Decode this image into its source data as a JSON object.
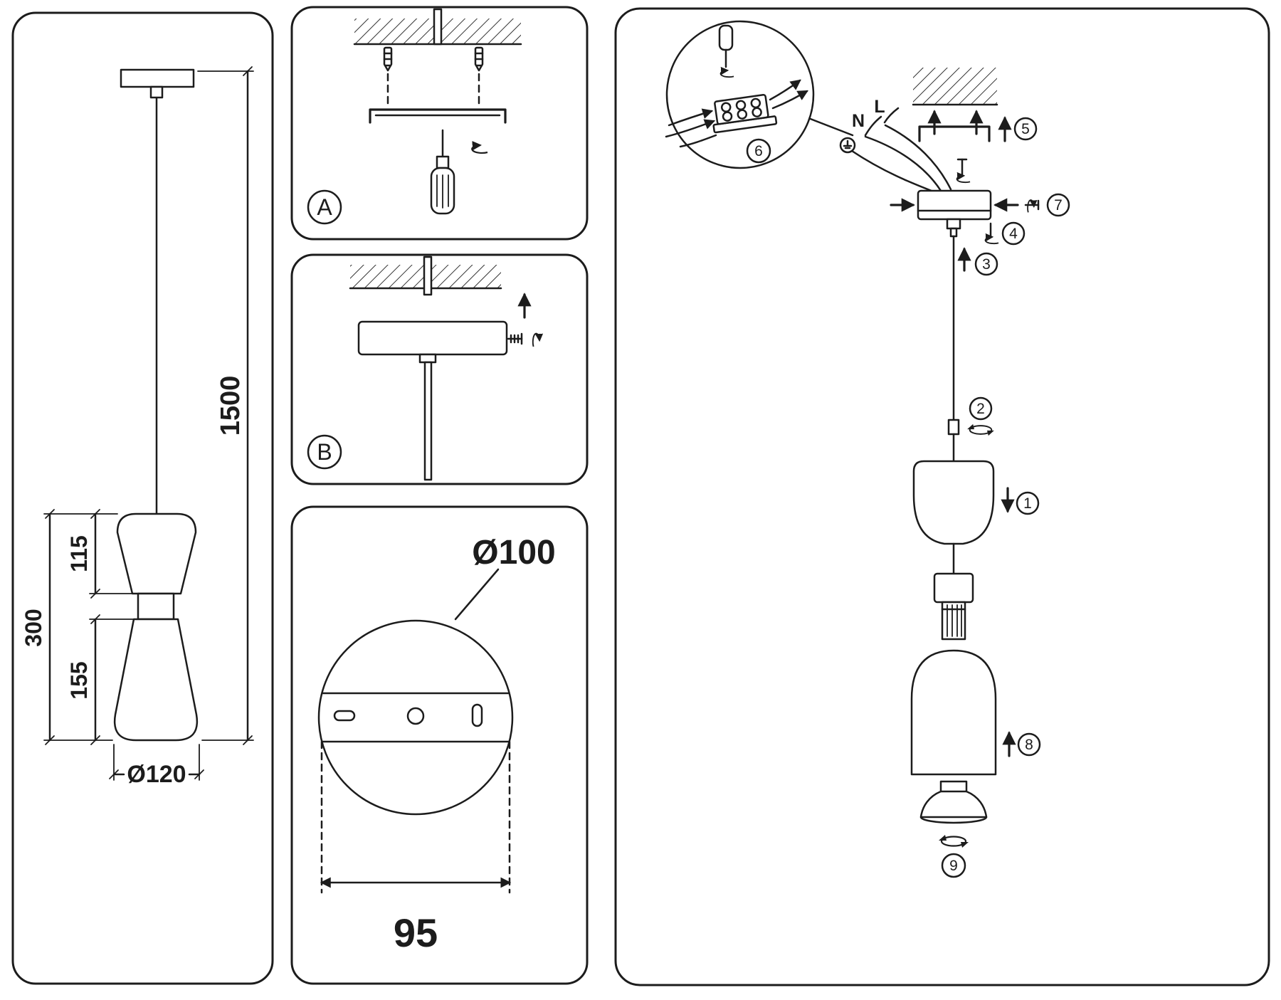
{
  "page": {
    "background": "#ffffff",
    "line_color": "#1c1c1c"
  },
  "dimension_panel": {
    "cord_length": "1500",
    "body_height": "300",
    "upper_shade_height": "115",
    "lower_shade_height": "155",
    "shade_diameter": "Ø120"
  },
  "mount_step_a": {
    "label": "A"
  },
  "mount_step_b": {
    "label": "B"
  },
  "plate_detail": {
    "plate_diameter": "Ø100",
    "hole_spacing": "95"
  },
  "assembly_diagram": {
    "wire_neutral": "N",
    "wire_live": "L",
    "step_1": "1",
    "step_2": "2",
    "step_3": "3",
    "step_4": "4",
    "step_5": "5",
    "step_6": "6",
    "step_7": "7",
    "step_8": "8",
    "step_9": "9"
  },
  "icons": {
    "turn_arrow": "↻",
    "up_arrow": "↑",
    "down_arrow": "↓",
    "ground": "⏚"
  }
}
